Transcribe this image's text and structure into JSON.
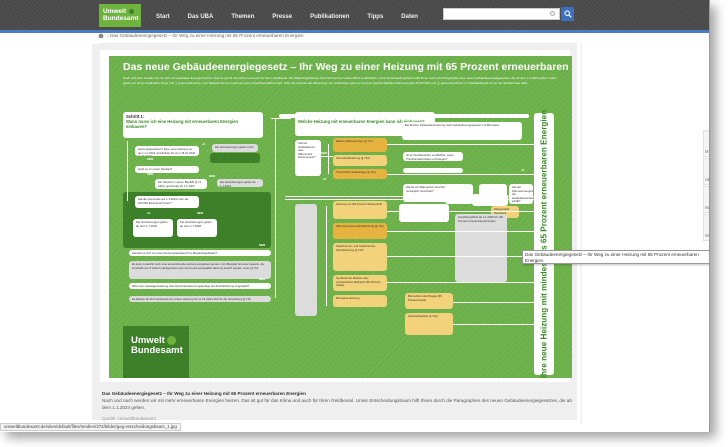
{
  "header": {
    "logo_line1": "Umwelt",
    "logo_line2": "Bundesamt",
    "nav": [
      "Start",
      "Das UBA",
      "Themen",
      "Presse",
      "Publikationen",
      "Tipps",
      "Daten"
    ],
    "search": {
      "value": "",
      "placeholder": "",
      "button_icon": "search-icon"
    },
    "accent_color": "#4a7cc4",
    "logo_color": "#6fb33f"
  },
  "breadcrumb": {
    "home_icon": "home-icon",
    "current": "Das Gebäudeenergiegesetz – Ihr Weg zu einer Heizung mit 65 Prozent erneuerbaren Energien"
  },
  "poster": {
    "title": "Das neue Gebäudeenergiegesetz – Ihr Weg zu einer Heizung mit 65 Prozent erneuerbaren Energien",
    "intro": "Nach und nach werden wir mit mehr erneuerbaren Energien heizen. Das ist gut für das Klima und auch für Ihren Geldbeutel. Die Wahlmöglichkeiten sind nicht auf den ersten Blick verständlich. Unser Entscheidungsbaum hilft Ihnen durch die Paragraphen des neuen Gebäudeenergiegesetzes, die ab dem 1.1.2024 gelten. Dazu geben wir Ihnen zusätzliche Tipps (mit ⓘ gekennzeichnet), zum Beispiel wie Ihre Heizung noch umweltfreundlicher wird. Oder Sie nehmen die Abkürzung: Am einfachsten geht es mit einer (Hybrid-)Elektro-Wärmepumpe! ACHTUNG (mit ⚠ gekennzeichnet): Im Zweifelsfall gilt immer der Wortlaut des GEG.",
    "step1": {
      "label": "Schritt 1:",
      "question": "Wann muss ich eine Heizung mit erneuerbaren Energien einbauen?"
    },
    "step2": {
      "label": "Schritt 2:",
      "question": "Welche Heizung mit erneuerbaren Energien kann ich einbauen?"
    },
    "yes": "JA",
    "no": "NEIN",
    "boxes": {
      "b1": "Heizungsaustausch: Eine neue Heizung vor dem 1.1.2024 und Einbau bis zum 18.10.2024 (§ 71 GEG)",
      "b2": "Die Anforderungen gelten nicht",
      "b3": "Geht es um einen Neubau?",
      "b4": "Ein Neubau in einem Baufeld (§ 71 GEG) genehmigt ab 1.1.2024",
      "b5": "Die Anforderungen gelten ab 1.1.2024",
      "b6": "Hat die Gemeinde am 1.1.2024 mehr als 100.000 Einwohner*innen?",
      "b7": "Die Anforderungen gelten ab dem 1.7.2026",
      "b8": "Die Anforderungen gelten ab dem 1.7.2028",
      "b9": "Handelt es sich um einen Heizungsaustausch im Bestandsgebäude?",
      "b10": "Es kann zunächst noch eine konventionelle Heizung eingebaut werden, zum Beispiel bei einer Havarie, die innerhalb von 5 Jahren nachgerüstet oder durch eine kompatible Heizung ersetzt werden muss (§ 71i).",
      "b11": "Wird eine Gasetagenheizung oder Einzelraumfeuerungsanlage auf Zentralheizung umgestellt?",
      "b12": "Es bleiben ab dem Austausch der ersten Heizung bis zu 13 Jahre Zeit für die Umstellung (§ 71l).",
      "b13": "Soll ein Gebäudenetz oder Wärmenetz Heizung sein?",
      "b14": "Elektro-Wärmepumpe (§ 71c)",
      "b15": "Stromdirektheizung (§ 71d)",
      "b16": "Thermische Solaranlage (§ 71e)",
      "b17": "Ist ein Netzbetreiber verpflichtet, einen Transformationsplan vorzulegen?",
      "b18": "Wurde ein Wärmenetz-Anschluss vertraglich vereinbart?",
      "b19": "Hat der Wärmeerzeugerersatz, der Gebäudeenergiegesetz erfüllt?",
      "b20": "Heizung mit 100 Prozent Wasserstoff",
      "b21": "Wärmepumpen-Hybridheizung (§ 71h)",
      "b22": "Solarthermie- und Solarthermie-Hybridheizung (§ 71h)",
      "b23": "Synthetische Methan oder synthetisches Methanol (65 Prozent Anteil)",
      "b24": "Biomasse-Heizung",
      "b25": "Biomethan oder Biogas (65 Prozent Anteil)",
      "b26": "Holz/Holzpellets (§ 71g)",
      "b27": "Wasserstoff-Nachweis",
      "b28": "Anschlusspflicht ab 1.1.2045 für 100 Prozent erneuerbare Energien",
      "b29": "Bei Einbau: Mindestanforderung nach Gebäudeenergiegesetz mit Biomasse"
    },
    "vertical_banner": "Ihre neue Heizung mit mindestens 65 Prozent erneuerbaren Energien",
    "logo_line1": "Umwelt",
    "logo_line2": "Bundesamt",
    "green": "#6bb048",
    "dark_green": "#3e7f2a",
    "yellow": "#f2d27a",
    "amber": "#e6b341"
  },
  "caption": {
    "title": "Das Gebäudeenergiegesetz – Ihr Weg zu einer Heizung mit 65 Prozent erneuerbaren Energien",
    "text": "Nach und nach werden wir mit mehr erneuerbaren Energien heizen. Das ist gut für das Klima und auch für Ihren Geldbeutel. Unser Entscheidungsbaum hilft Ihnen durch die Paragraphen des neuen Gebäudeenergiegesetzes, die ab dem 1.1.2024 gelten.",
    "source": "Quelle: Umweltbundesamt"
  },
  "tooltip": "Das Gebäudeenergiegesetz – Ihr Weg zu einer Heizung mit 65 Prozent erneuerbaren Energien",
  "status_url": "umweltbundesamt.de/sites/default/files/medien/372/bilder/geg-entscheidungsbaum_1.jpg",
  "side_tabs": [
    "M",
    "UB",
    "Ne",
    "Wa"
  ]
}
